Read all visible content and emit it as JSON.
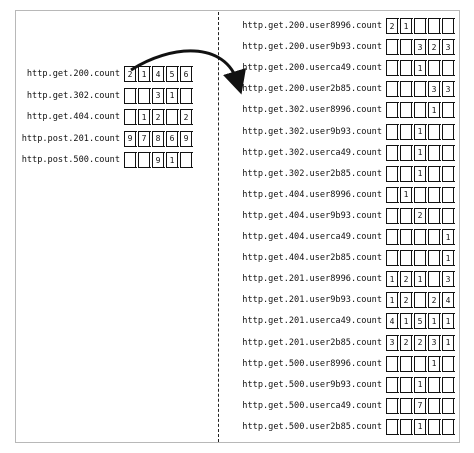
{
  "left_rows": [
    {
      "label": "http.get.200.count",
      "cells": [
        "2",
        "1",
        "4",
        "5",
        "6"
      ]
    },
    {
      "label": "http.get.302.count",
      "cells": [
        "",
        "",
        "3",
        "1",
        ""
      ]
    },
    {
      "label": "http.get.404.count",
      "cells": [
        "",
        "1",
        "2",
        "",
        "2"
      ]
    },
    {
      "label": "http.post.201.count",
      "cells": [
        "9",
        "7",
        "8",
        "6",
        "9"
      ]
    },
    {
      "label": "http.post.500.count",
      "cells": [
        "",
        "",
        "9",
        "1",
        ""
      ]
    }
  ],
  "right_rows": [
    {
      "label": "http.get.200.user8996.count",
      "cells": [
        "2",
        "1",
        "",
        "",
        ""
      ]
    },
    {
      "label": "http.get.200.user9b93.count",
      "cells": [
        "",
        "",
        "3",
        "2",
        "3"
      ]
    },
    {
      "label": "http.get.200.userca49.count",
      "cells": [
        "",
        "",
        "1",
        "",
        ""
      ]
    },
    {
      "label": "http.get.200.user2b85.count",
      "cells": [
        "",
        "",
        "",
        "3",
        "3"
      ]
    },
    {
      "label": "http.get.302.user8996.count",
      "cells": [
        "",
        "",
        "",
        "1",
        ""
      ]
    },
    {
      "label": "http.get.302.user9b93.count",
      "cells": [
        "",
        "",
        "1",
        "",
        ""
      ]
    },
    {
      "label": "http.get.302.userca49.count",
      "cells": [
        "",
        "",
        "1",
        "",
        ""
      ]
    },
    {
      "label": "http.get.302.user2b85.count",
      "cells": [
        "",
        "",
        "1",
        "",
        ""
      ]
    },
    {
      "label": "http.get.404.user8996.count",
      "cells": [
        "",
        "1",
        "",
        "",
        ""
      ]
    },
    {
      "label": "http.get.404.user9b93.count",
      "cells": [
        "",
        "",
        "2",
        "",
        ""
      ]
    },
    {
      "label": "http.get.404.userca49.count",
      "cells": [
        "",
        "",
        "",
        "",
        "1"
      ]
    },
    {
      "label": "http.get.404.user2b85.count",
      "cells": [
        "",
        "",
        "",
        "",
        "1"
      ]
    },
    {
      "label": "http.get.201.user8996.count",
      "cells": [
        "1",
        "2",
        "1",
        "",
        "3"
      ]
    },
    {
      "label": "http.get.201.user9b93.count",
      "cells": [
        "1",
        "2",
        "",
        "2",
        "4"
      ]
    },
    {
      "label": "http.get.201.userca49.count",
      "cells": [
        "4",
        "1",
        "5",
        "1",
        "1"
      ]
    },
    {
      "label": "http.get.201.user2b85.count",
      "cells": [
        "3",
        "2",
        "2",
        "3",
        "1"
      ]
    },
    {
      "label": "http.get.500.user8996.count",
      "cells": [
        "",
        "",
        "",
        "1",
        ""
      ]
    },
    {
      "label": "http.get.500.user9b93.count",
      "cells": [
        "",
        "",
        "1",
        "",
        ""
      ]
    },
    {
      "label": "http.get.500.userca49.count",
      "cells": [
        "",
        "",
        "7",
        "",
        ""
      ]
    },
    {
      "label": "http.get.500.user2b85.count",
      "cells": [
        "",
        "",
        "1",
        "",
        ""
      ]
    }
  ]
}
